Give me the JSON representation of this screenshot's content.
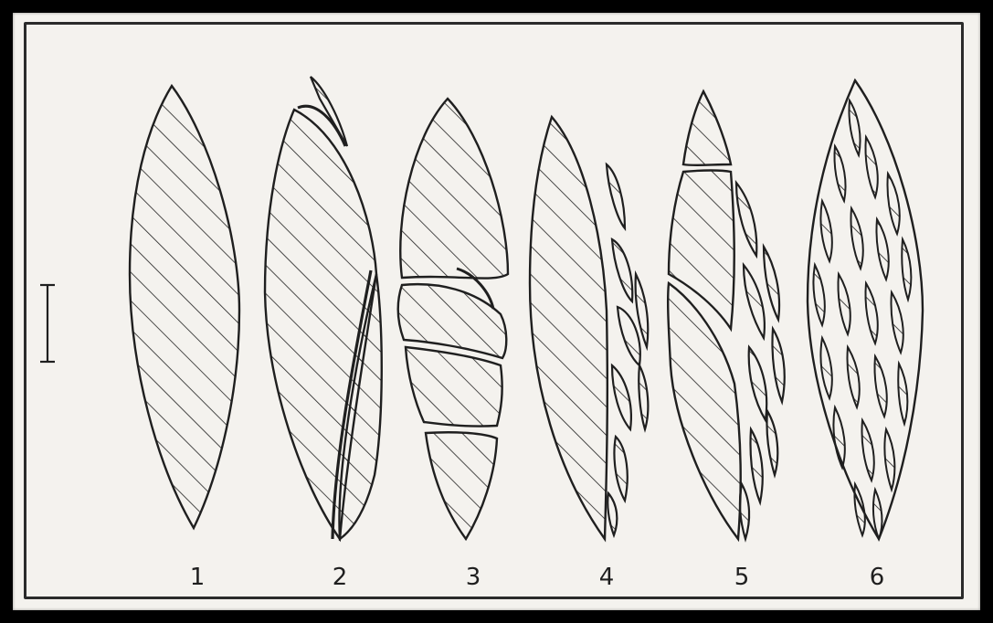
{
  "figure": {
    "panels": [
      {
        "label": "1"
      },
      {
        "label": "2"
      },
      {
        "label": "3"
      },
      {
        "label": "4"
      },
      {
        "label": "5"
      },
      {
        "label": "6"
      }
    ]
  },
  "colors": {
    "ink": "#1f1f1f",
    "paper": "#f4f2ee",
    "frame": "#000000"
  }
}
